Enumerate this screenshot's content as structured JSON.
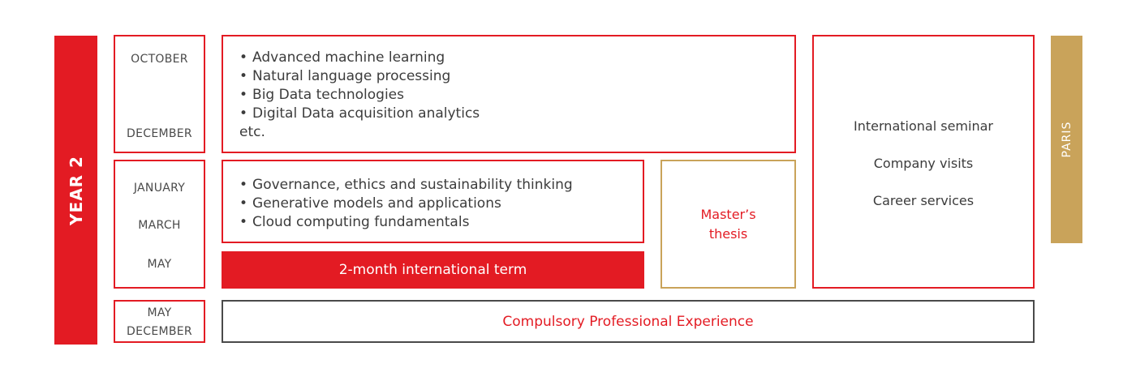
{
  "year_label": "YEAR 2",
  "location_label": "PARIS",
  "periods": {
    "p1": {
      "start": "OCTOBER",
      "end": "DECEMBER"
    },
    "p2": {
      "start": "JANUARY",
      "mid": "MARCH",
      "end": "MAY"
    },
    "p3": {
      "start": "MAY",
      "end": "DECEMBER"
    }
  },
  "block1": {
    "courses": [
      "Advanced machine learning",
      "Natural language processing",
      "Big Data technologies",
      "Digital Data acquisition analytics"
    ],
    "etc": "etc."
  },
  "block2": {
    "courses": [
      "Governance, ethics and sustainability thinking",
      "Generative models and applications",
      "Cloud computing fundamentals"
    ]
  },
  "international_term": "2-month international term",
  "thesis": "Master’s\nthesis",
  "services": [
    "International seminar",
    "Company visits",
    "Career services"
  ],
  "professional_experience": "Compulsory Professional Experience",
  "colors": {
    "red": "#e31b23",
    "gold": "#c9a35a",
    "gray": "#4a4a4a"
  }
}
